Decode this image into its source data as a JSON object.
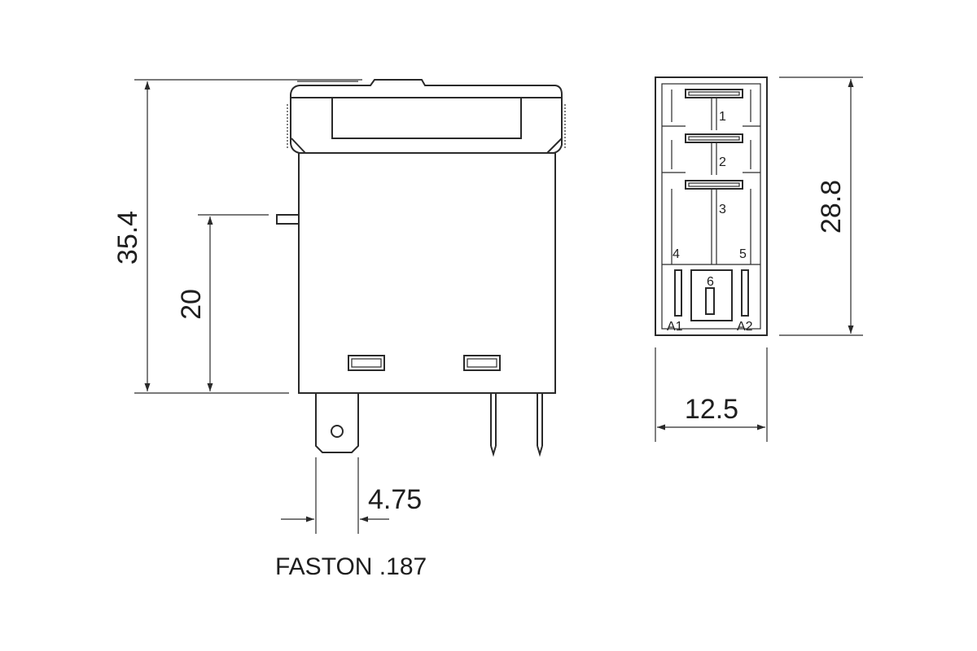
{
  "dimensions": {
    "total_height": "35.4",
    "lower_height": "20",
    "faston_width": "4.75",
    "base_height": "28.8",
    "base_width": "12.5"
  },
  "caption": "FASTON .187",
  "pins": {
    "p1": "1",
    "p2": "2",
    "p3": "3",
    "p4": "4",
    "p5": "5",
    "p6": "6",
    "a1": "A1",
    "a2": "A2"
  }
}
